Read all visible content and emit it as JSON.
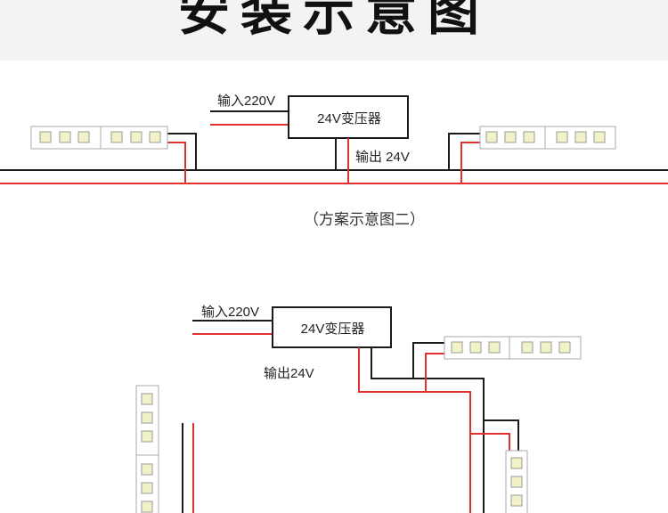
{
  "header": {
    "title": "安装示意图"
  },
  "diagram_1": {
    "input_label": "输入220V",
    "transformer_label": "24V变压器",
    "output_label": "输出  24V",
    "caption": "（方案示意图二）"
  },
  "diagram_2": {
    "input_label": "输入220V",
    "transformer_label": "24V变压器",
    "output_label": "输出24V"
  },
  "colors": {
    "wire_positive": "#e03030",
    "wire_negative": "#1a1a1a",
    "led_chip": "#f2f2c8",
    "strip_border": "#aaaaaa",
    "header_background": "#f3f3f3"
  }
}
